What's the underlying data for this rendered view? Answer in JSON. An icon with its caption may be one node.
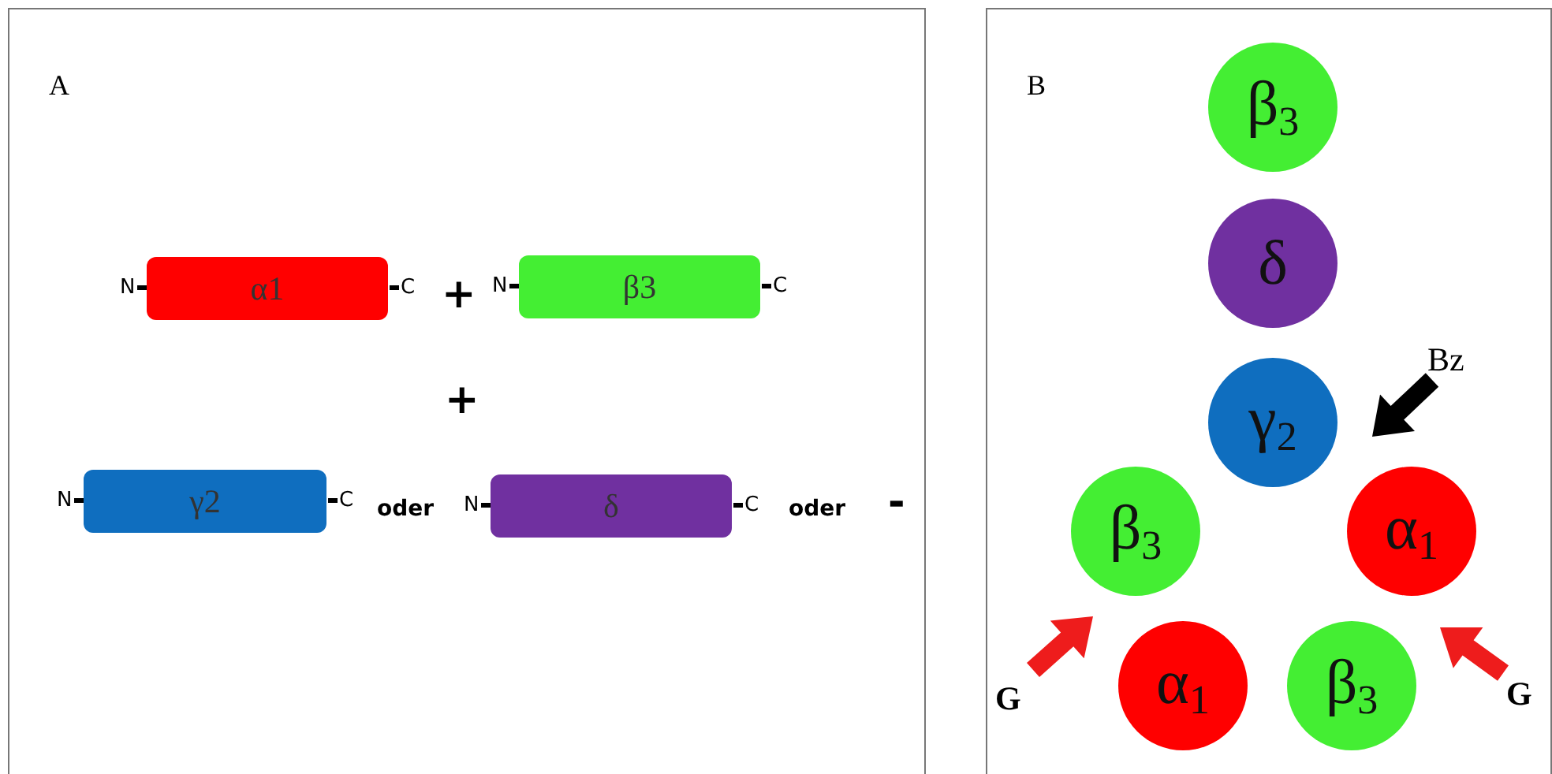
{
  "diagram": {
    "nodes": [
      {
        "text": [
          "A"
        ]
      },
      {
        "text": [
          "α1"
        ],
        "in": 0,
        "beside": [
          "N",
          "C"
        ]
      },
      {
        "text": [
          "β3"
        ],
        "in": 0,
        "beside": [
          "N",
          "C"
        ]
      },
      {
        "text": [
          "γ2"
        ],
        "in": 0,
        "beside": [
          "N",
          "C"
        ]
      },
      {
        "text": [
          "δ"
        ],
        "in": 0,
        "beside": [
          "N",
          "C"
        ]
      },
      {
        "text": [
          "B"
        ]
      },
      {
        "text": [
          "β$_{3}$"
        ],
        "in": 5
      },
      {
        "text": [
          "δ"
        ],
        "in": 5
      },
      {
        "text": [
          "γ$_{2}$"
        ],
        "in": 5
      },
      {
        "text": [
          "β$_{3}$"
        ],
        "in": 5
      },
      {
        "text": [
          "α$_{1}$"
        ],
        "in": 5
      },
      {
        "text": [
          "α$_{1}$"
        ],
        "in": 5
      },
      {
        "text": [
          "β$_{3}$"
        ],
        "in": 5
      }
    ],
    "labels": [
      "+",
      "+",
      "oder",
      "oder",
      "-",
      "Bz",
      "G",
      "G"
    ]
  }
}
